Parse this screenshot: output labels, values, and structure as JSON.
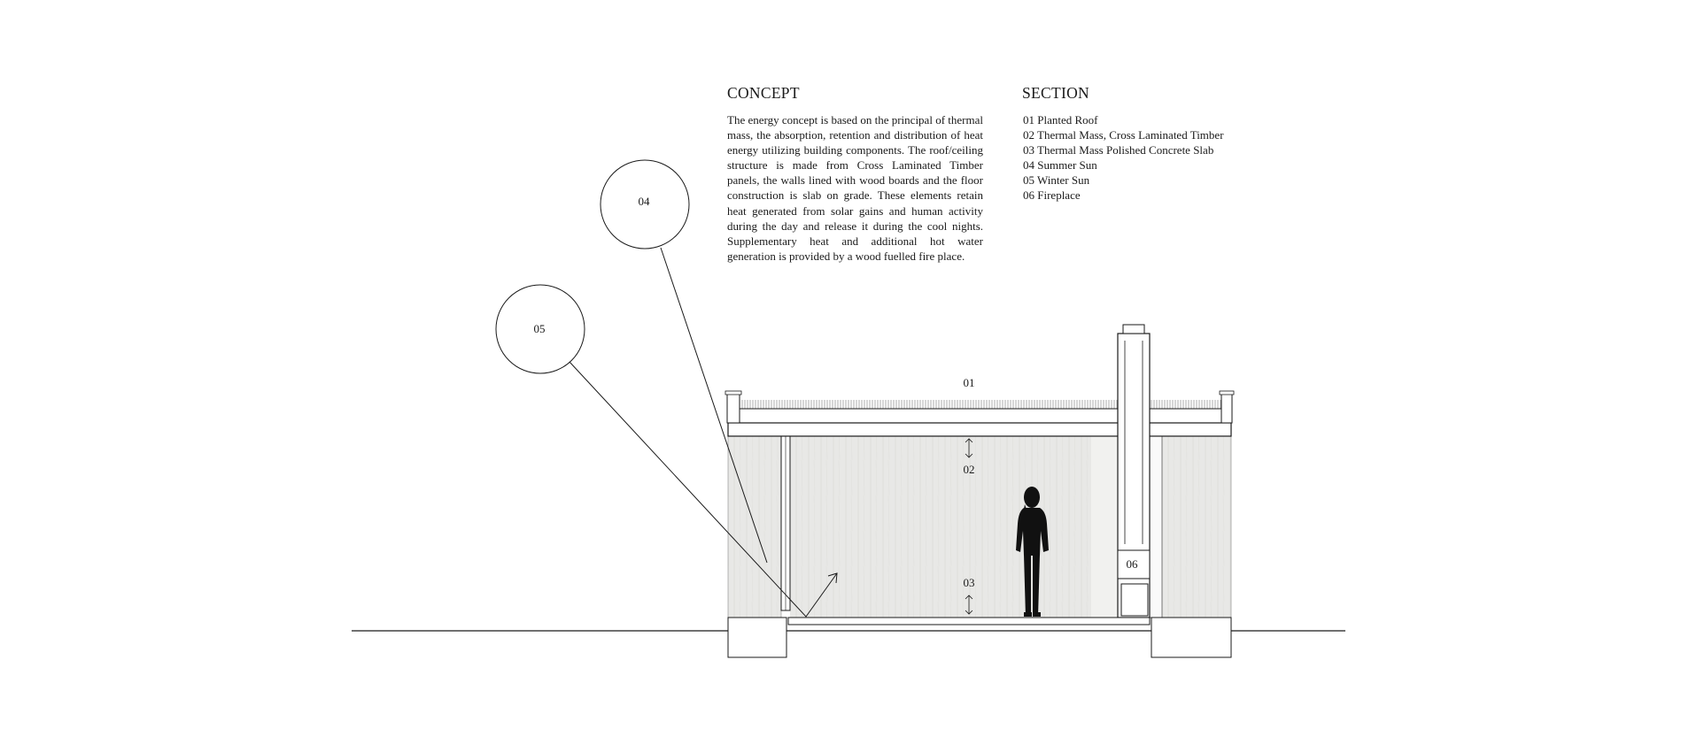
{
  "concept": {
    "heading": "CONCEPT",
    "body": "The energy concept is based on the principal of thermal mass, the absorption, retention and distribution of heat energy utilizing building components. The roof/ceiling structure is made from Cross Laminated Timber panels, the walls lined with wood boards and the floor construction is slab on grade. These elements retain heat generated from solar gains and human activity during the day and release it during the cool nights. Supplementary heat and additional hot water generation is provided by a wood fuelled fire place."
  },
  "section": {
    "heading": "SECTION",
    "items": [
      "01 Planted Roof",
      "02 Thermal Mass, Cross Laminated Timber",
      "03 Thermal Mass Polished Concrete Slab",
      "04 Summer Sun",
      "05 Winter Sun",
      "06 Fireplace"
    ]
  },
  "drawing": {
    "labels": {
      "roof": "01",
      "clt": "02",
      "slab": "03",
      "summer_sun": "04",
      "winter_sun": "05",
      "fireplace": "06"
    },
    "colors": {
      "line": "#1a1a1a",
      "wall_fill": "#e6e6e4",
      "interior_fill": "#ececea",
      "person": "#111111"
    }
  }
}
